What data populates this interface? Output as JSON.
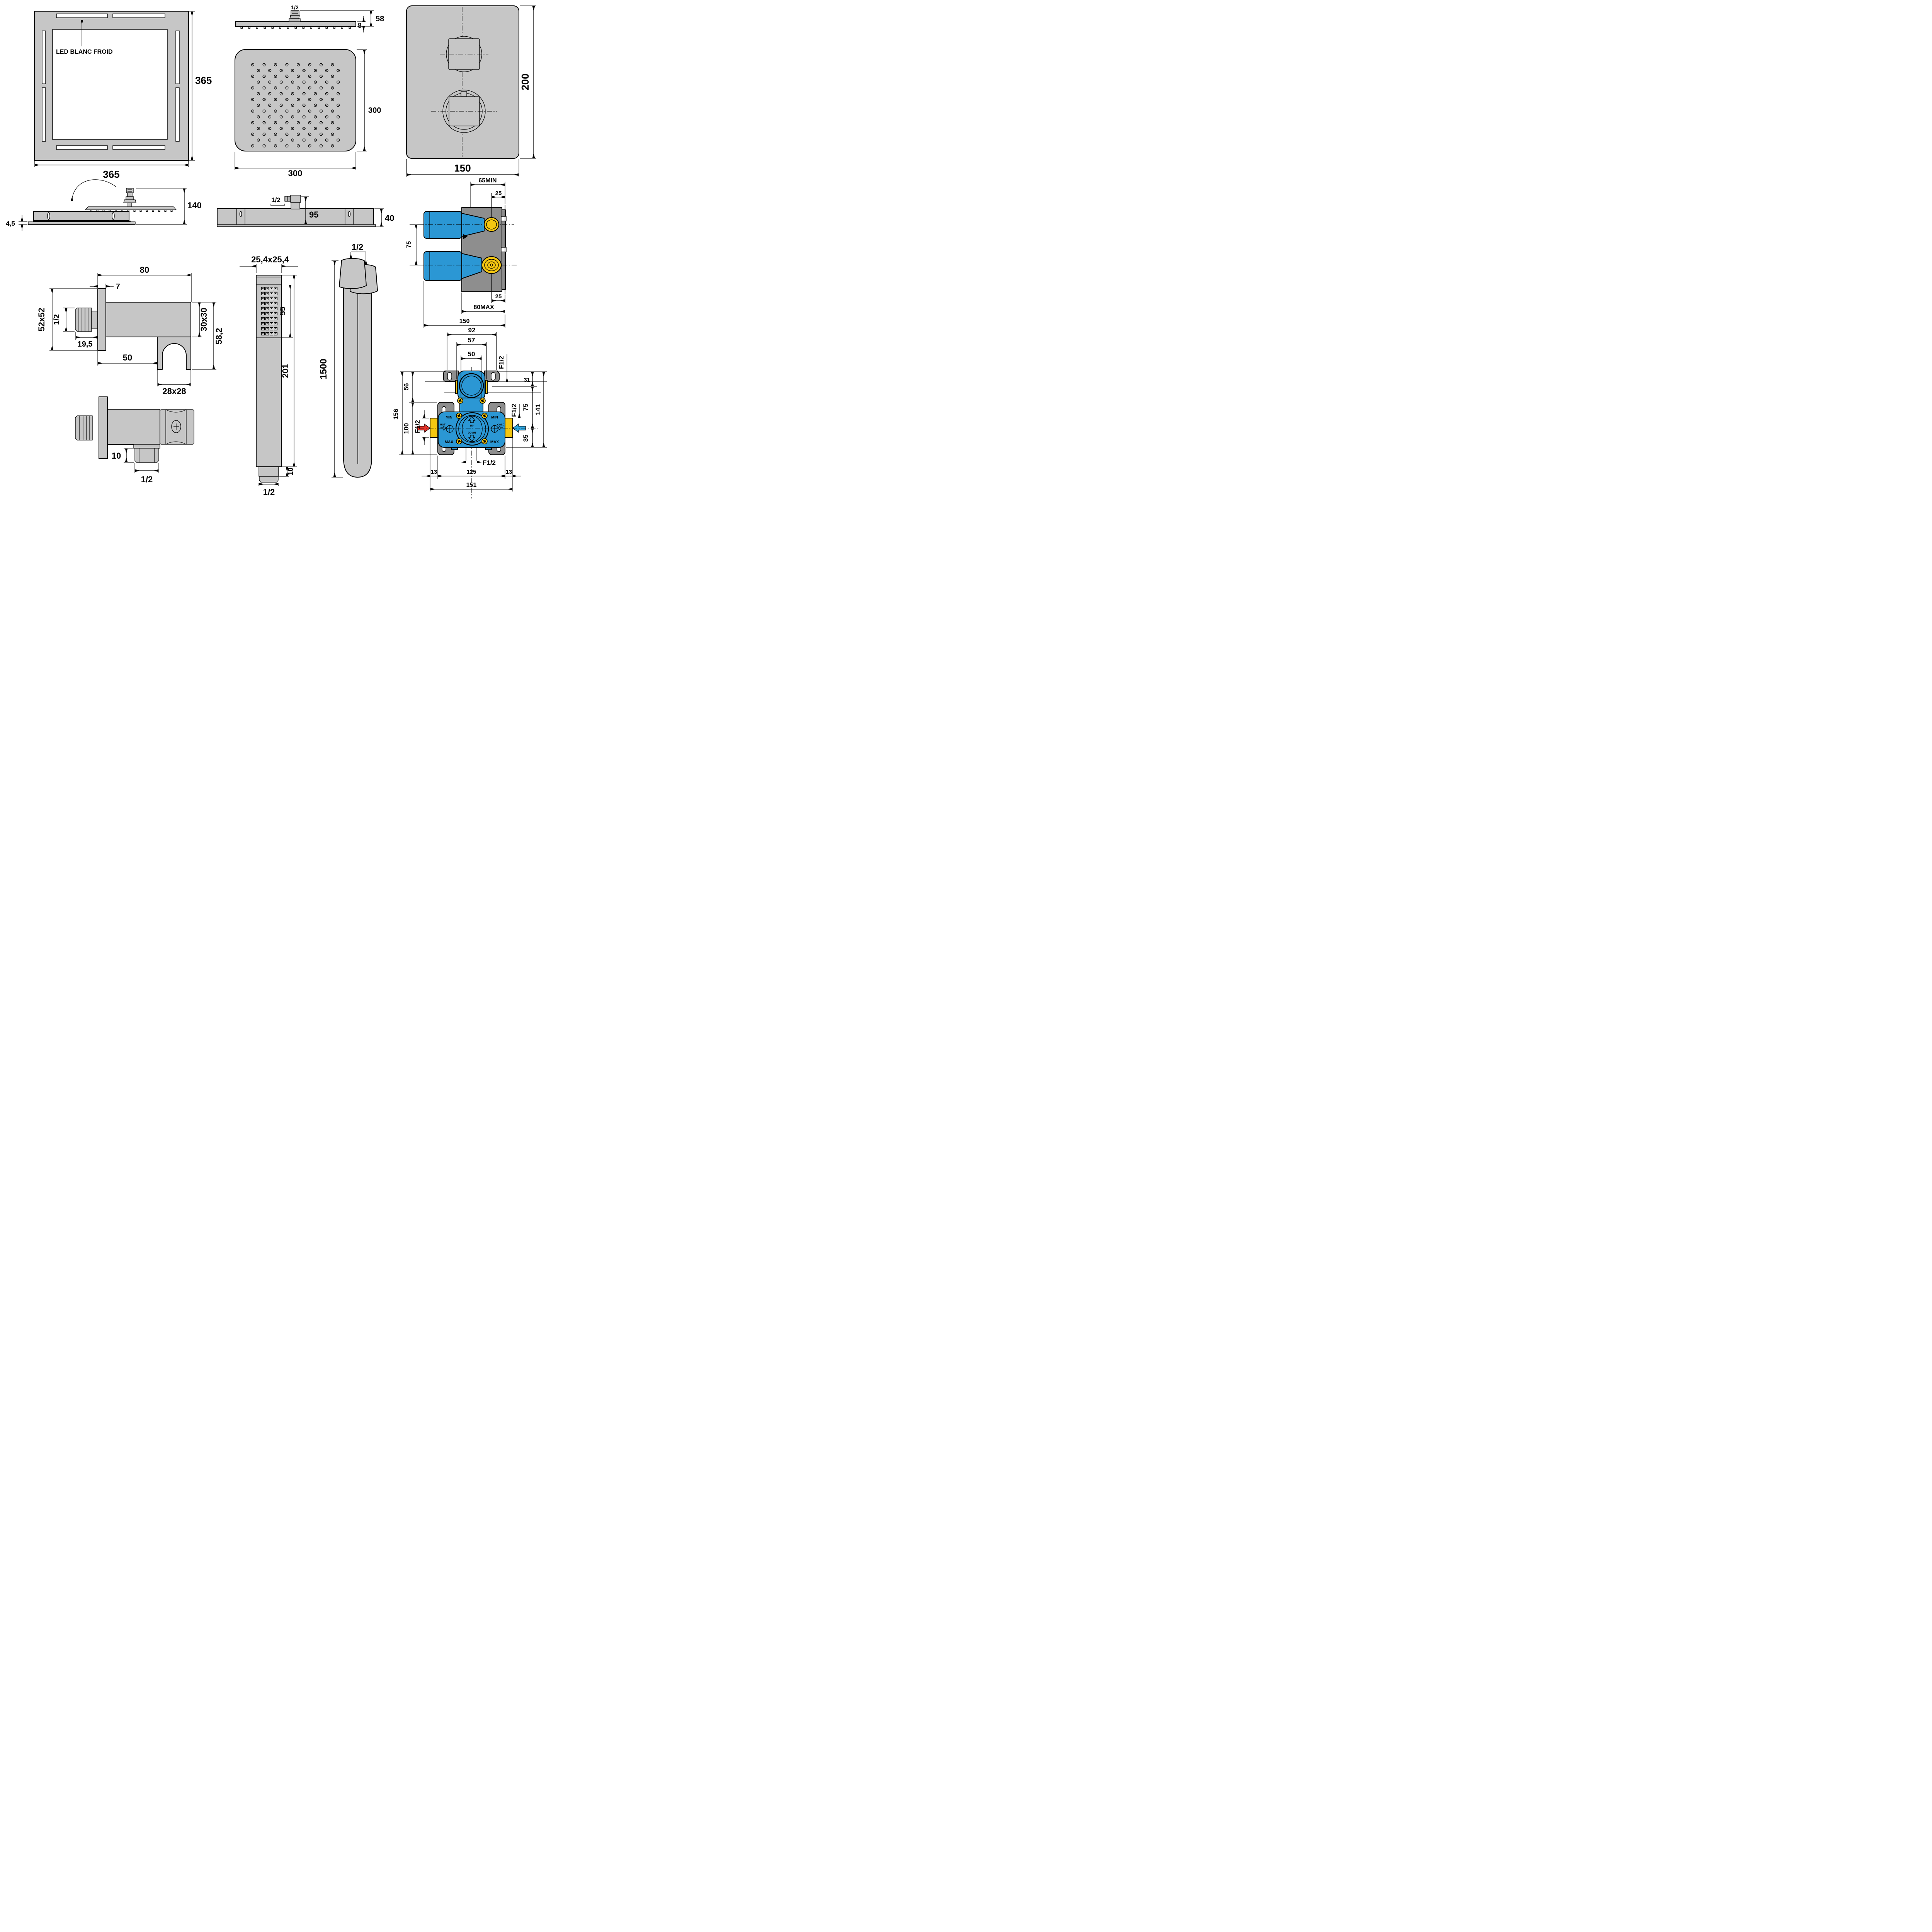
{
  "colors": {
    "part_gray": "#c6c6c6",
    "housing_gray": "#8e8e8e",
    "valve_blue": "#2b97d4",
    "brass_yellow": "#f4c711",
    "hot_red": "#e63229",
    "cold_blue": "#2fa7e0",
    "line_black": "#000000",
    "background": "#ffffff"
  },
  "drawing": {
    "led_panel_front": {
      "annotation": "LED BLANC FROID",
      "width": "365",
      "height": "365"
    },
    "shower_head_side": {
      "thread": "1/2",
      "total_height": "58",
      "plate_thickness": "8"
    },
    "shower_head_front": {
      "width": "300",
      "height": "300"
    },
    "trim_plate": {
      "height": "200",
      "width": "150"
    },
    "led_panel_side": {
      "height": "140",
      "plate_thickness": "4,5"
    },
    "led_box_side": {
      "thread": "1/2",
      "connector_height": "95",
      "box_height": "40"
    },
    "valve_side": {
      "recess_min": "65MIN",
      "offset_top": "25",
      "port_spacing": "75",
      "offset_bottom": "25",
      "recess_max": "80MAX",
      "total_depth": "150"
    },
    "wall_outlet": {
      "length": "80",
      "flange_thickness": "7",
      "flange_size": "52x52",
      "thread": "1/2",
      "thread_length": "19,5",
      "body_length": "50",
      "body_size": "30x30",
      "total_height": "58,2",
      "holder_size": "28x28"
    },
    "wall_outlet_side": {
      "nipple_length": "10",
      "thread": "1/2"
    },
    "hand_shower": {
      "head_size": "25,4x25,4",
      "spray_length": "55",
      "total_length": "201",
      "nipple_length": "10",
      "thread": "1/2"
    },
    "hose": {
      "thread": "1/2",
      "length": "1500"
    },
    "valve_front": {
      "bracket_width": "92",
      "port_width": "57",
      "screw_width": "50",
      "top_thread": "F1/2",
      "dim_31": "31",
      "dim_75": "75",
      "dim_141": "141",
      "dim_35": "35",
      "dim_56": "56",
      "dim_156": "156",
      "dim_100": "100",
      "left_thread": "F1/2",
      "right_thread": "F1/2",
      "bottom_thread": "F1/2",
      "dim_13_left": "13",
      "dim_125": "125",
      "dim_13_right": "13",
      "dim_151": "151",
      "min": "MIN",
      "max": "MAX",
      "hot": "HOT",
      "cold": "COLD",
      "up": "UP",
      "down": "DOWN"
    }
  }
}
